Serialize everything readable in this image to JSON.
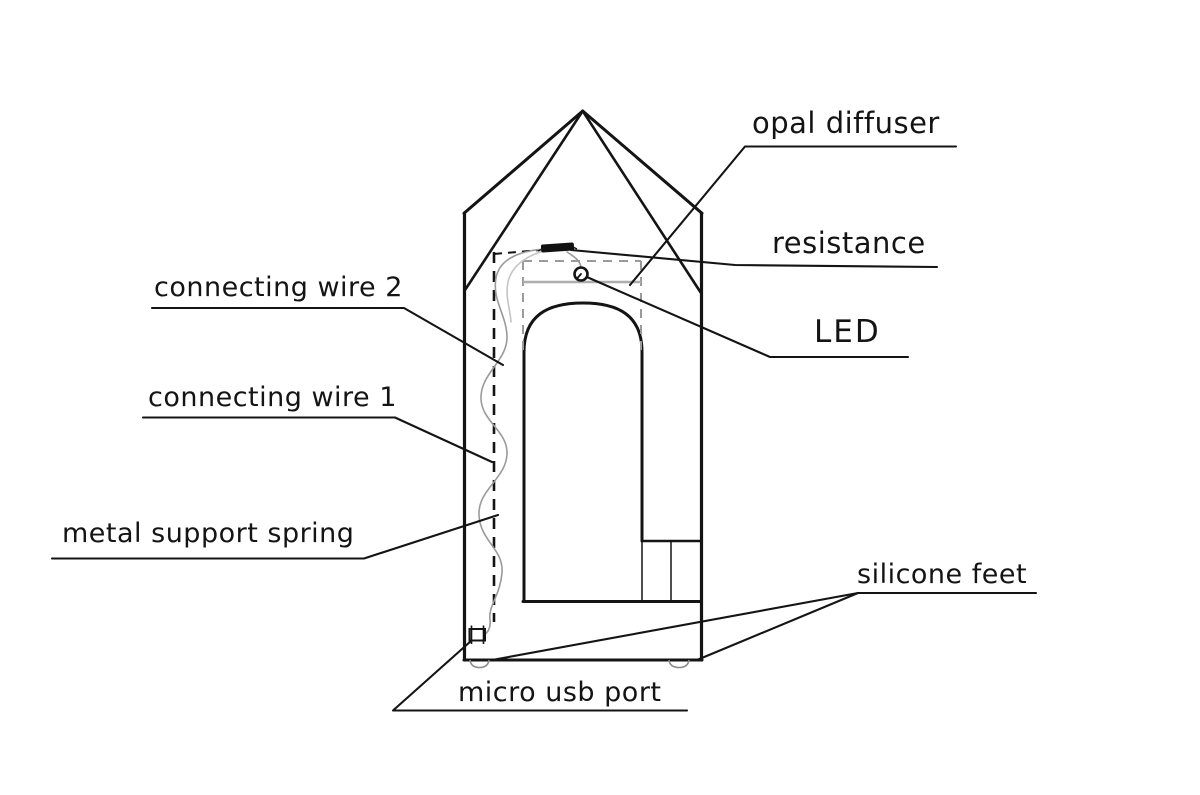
{
  "diagram_type": "technical-illustration",
  "subject": "pencil-shaped LED lamp exploded annotation drawing",
  "labels": [
    {
      "id": "opal-diffuser",
      "text": "opal diffuser"
    },
    {
      "id": "resistance",
      "text": "resistance"
    },
    {
      "id": "led",
      "text": "LED"
    },
    {
      "id": "connecting-wire-2",
      "text": "connecting wire 2"
    },
    {
      "id": "connecting-wire-1",
      "text": "connecting wire 1"
    },
    {
      "id": "metal-support-spring",
      "text": "metal support spring"
    },
    {
      "id": "silicone-feet",
      "text": "silicone feet"
    },
    {
      "id": "micro-usb-port",
      "text": "micro usb port"
    }
  ],
  "colors": {
    "ink": "#141414",
    "gray_line": "#9a9a9a",
    "light_gray_line": "#b0b0b0",
    "background": "#ffffff"
  }
}
